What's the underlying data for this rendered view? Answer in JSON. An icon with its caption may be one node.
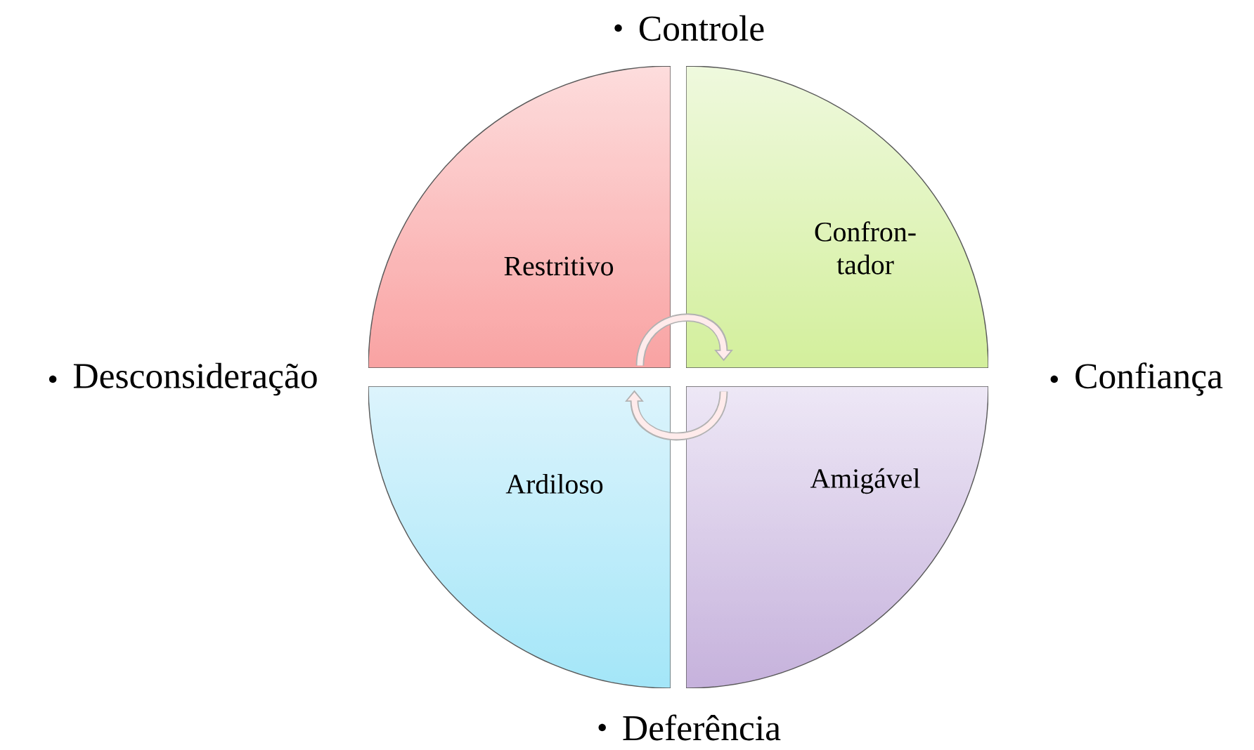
{
  "diagram": {
    "nodes": [
      {
        "text": [
          "Restritivo"
        ]
      },
      {
        "text": [
          "Confron- tador"
        ]
      },
      {
        "text": [
          "Ardiloso"
        ]
      },
      {
        "text": [
          "Amigável"
        ]
      }
    ],
    "edges": [
      {
        "from": 0,
        "to": 1,
        "arrow": "to"
      },
      {
        "from": 3,
        "to": 2,
        "arrow": "to"
      }
    ],
    "labels": [
      "Controle",
      "Desconsideração",
      "Confiança",
      "Deferência"
    ]
  }
}
